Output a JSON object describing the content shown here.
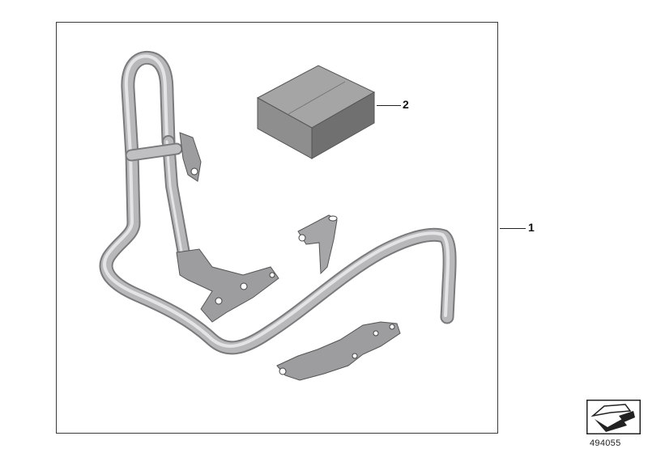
{
  "callouts": {
    "item_1": "1",
    "item_2": "2"
  },
  "reference_number": "494055",
  "icons": {
    "reference_icon": "arrow-corner-icon"
  },
  "colors": {
    "frame": "#3a3a3a",
    "tube": "#a9a9ab",
    "tube_highlight": "#e6e6e6",
    "bracket": "#9d9d9f",
    "box_top": "#a3a3a3",
    "box_front": "#8c8c8c",
    "box_side": "#6f6f6f"
  }
}
